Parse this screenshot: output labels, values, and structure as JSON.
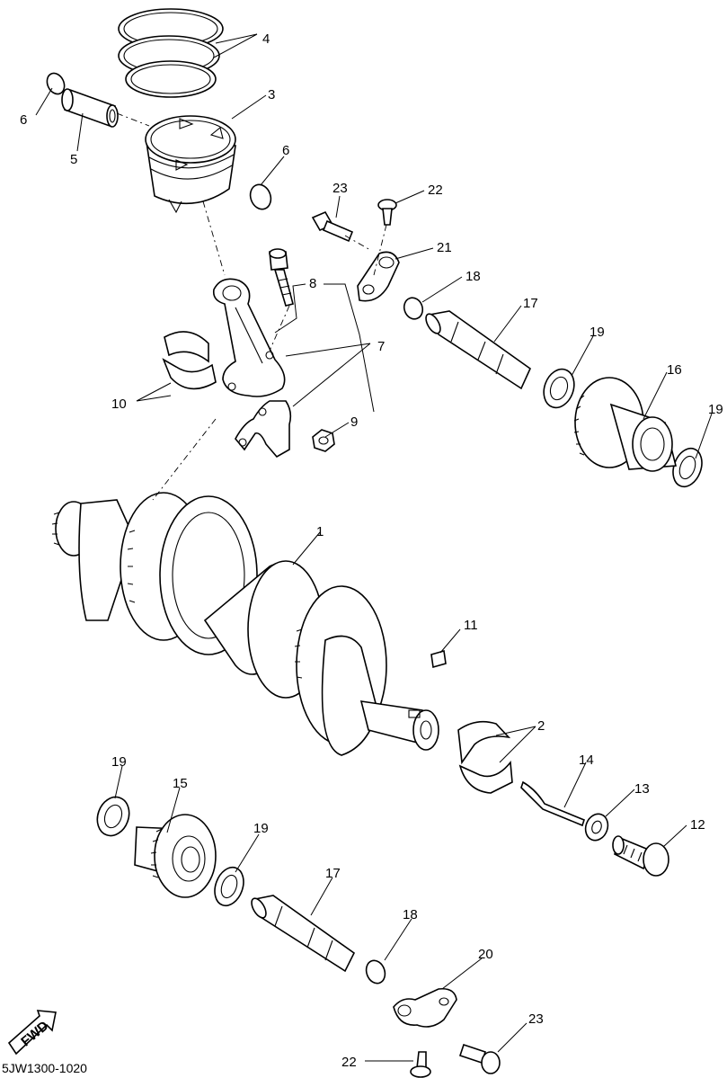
{
  "diagram": {
    "part_code": "5JW1300-1020",
    "direction_badge": "FWD",
    "labels": [
      {
        "id": "l4",
        "text": "4"
      },
      {
        "id": "l3",
        "text": "3"
      },
      {
        "id": "l6a",
        "text": "6"
      },
      {
        "id": "l5",
        "text": "5"
      },
      {
        "id": "l6b",
        "text": "6"
      },
      {
        "id": "l23a",
        "text": "23"
      },
      {
        "id": "l22a",
        "text": "22"
      },
      {
        "id": "l21",
        "text": "21"
      },
      {
        "id": "l8",
        "text": "8"
      },
      {
        "id": "l18a",
        "text": "18"
      },
      {
        "id": "l17a",
        "text": "17"
      },
      {
        "id": "l7",
        "text": "7"
      },
      {
        "id": "l19a",
        "text": "19"
      },
      {
        "id": "l16",
        "text": "16"
      },
      {
        "id": "l19b",
        "text": "19"
      },
      {
        "id": "l10",
        "text": "10"
      },
      {
        "id": "l9",
        "text": "9"
      },
      {
        "id": "l1",
        "text": "1"
      },
      {
        "id": "l11",
        "text": "11"
      },
      {
        "id": "l2",
        "text": "2"
      },
      {
        "id": "l14",
        "text": "14"
      },
      {
        "id": "l13",
        "text": "13"
      },
      {
        "id": "l12",
        "text": "12"
      },
      {
        "id": "l19c",
        "text": "19"
      },
      {
        "id": "l15",
        "text": "15"
      },
      {
        "id": "l19d",
        "text": "19"
      },
      {
        "id": "l17b",
        "text": "17"
      },
      {
        "id": "l18b",
        "text": "18"
      },
      {
        "id": "l20",
        "text": "20"
      },
      {
        "id": "l23b",
        "text": "23"
      },
      {
        "id": "l22b",
        "text": "22"
      }
    ]
  }
}
